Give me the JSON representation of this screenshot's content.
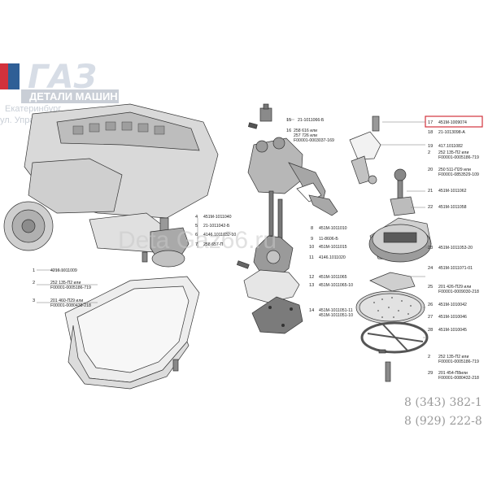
{
  "brand": {
    "logo_text": "ГАЗ",
    "subtitle": "ДЕТАЛИ МАШИН",
    "city_line1": "Екатеринбург",
    "city_line2": "ул. Управленческ"
  },
  "watermark": "Deta   Gaz66.ru",
  "contacts": {
    "phone1": "8 (343) 382-1",
    "phone2": "8 (929) 222-8"
  },
  "highlighted_callout": "17",
  "colors": {
    "highlight_box": "#d2323c",
    "brand_red": "#d2323c",
    "brand_blue": "#2f5f96"
  },
  "callouts_left": [
    {
      "n": "1",
      "t1": "4216.1011009",
      "t2": ""
    },
    {
      "n": "2",
      "t1": "252 135-П2 или",
      "t2": "F00001-0005186-719"
    },
    {
      "n": "3",
      "t1": "201 460-П29 или",
      "t2": "F00001-0080438-218"
    }
  ],
  "callouts_mid_left": [
    {
      "n": "4",
      "t": "451М-1011040"
    },
    {
      "n": "5",
      "t": "21-1011042-Б"
    },
    {
      "n": "6",
      "t": "4146.1011032-10"
    },
    {
      "n": "7",
      "t": "258 657-П"
    }
  ],
  "callouts_mid_right": [
    {
      "n": "8",
      "t": "451М-1011010"
    },
    {
      "n": "9",
      "t": "11-8606-Б"
    },
    {
      "n": "10",
      "t": "451М-1011015"
    },
    {
      "n": "11",
      "t": "4146.1011020"
    },
    {
      "n": "12",
      "t": "451М-1011065"
    },
    {
      "n": "13",
      "t": "451М-1011065-10"
    },
    {
      "n": "14",
      "t1": "451М-1011051-11",
      "t2": "451М-1011051-10"
    }
  ],
  "callouts_top": [
    {
      "n": "15",
      "t": "21-1011066-Б"
    },
    {
      "n": "16",
      "t1": "258 616 или",
      "t2": "257 726 или",
      "t3": "F00001-0003037-169"
    }
  ],
  "callouts_right": [
    {
      "n": "17",
      "t1": "451М-1009074",
      "t2": ""
    },
    {
      "n": "18",
      "t1": "21-1013098-А",
      "t2": ""
    },
    {
      "n": "19",
      "t1": "417.1011082",
      "t2": ""
    },
    {
      "n": "2",
      "t1": "252 135-П2 или",
      "t2": "F00001-0005186-719"
    },
    {
      "n": "20",
      "t1": "250 511-П29 или",
      "t2": "F00001-0853529-109"
    },
    {
      "n": "21",
      "t1": "451М-1011062",
      "t2": ""
    },
    {
      "n": "22",
      "t1": "451М-1011058",
      "t2": ""
    },
    {
      "n": "23",
      "t1": "451М-1011053-20",
      "t2": ""
    },
    {
      "n": "24",
      "t1": "451М-1011071-01",
      "t2": ""
    },
    {
      "n": "25",
      "t1": "201 426-П29 или",
      "t2": "F00001-0009030-218"
    },
    {
      "n": "26",
      "t1": "451М-1010042",
      "t2": ""
    },
    {
      "n": "27",
      "t1": "451М-1010046",
      "t2": ""
    },
    {
      "n": "28",
      "t1": "451М-1010045",
      "t2": ""
    },
    {
      "n": "2",
      "t1": "252 135-П2 или",
      "t2": "F00001-0005186-719"
    },
    {
      "n": "29",
      "t1": "201 454-П8или",
      "t2": "F00001-0080432-218"
    }
  ]
}
